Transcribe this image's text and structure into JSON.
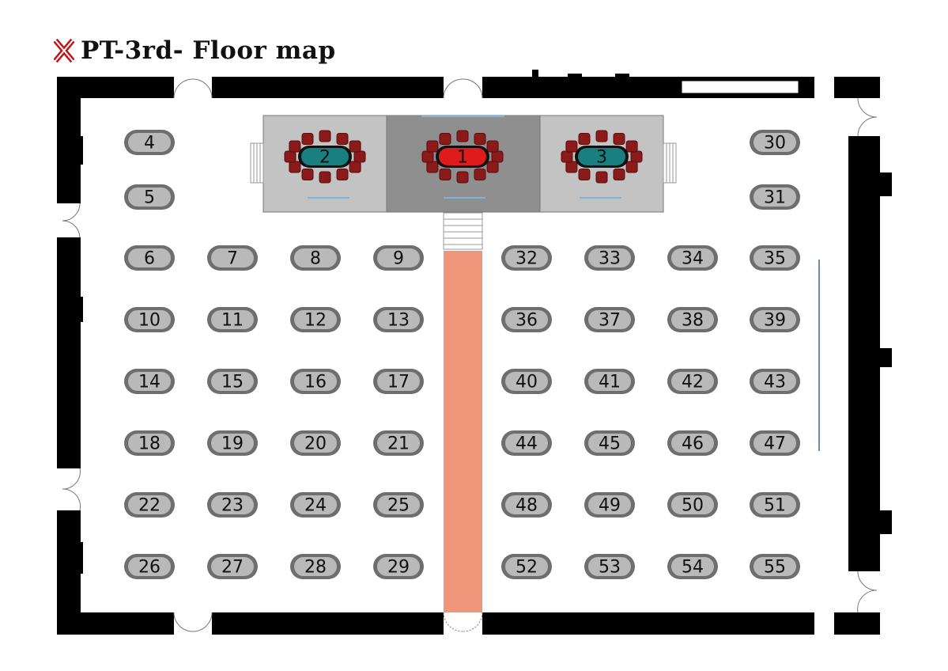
{
  "title": "PT-3rd- Floor map",
  "colors": {
    "wall": "#000000",
    "floor": "#ffffff",
    "table_outer": "#6e6e6e",
    "table_inner": "#b9b9b9",
    "stage_side": "#c3c3c3",
    "stage_center": "#8f8f8f",
    "runway": "#f0957a",
    "chair": "#8b1a1a",
    "feature_table_teal": "#197f7f",
    "feature_table_red": "#e01b1b",
    "accent_line": "#7fb3d9",
    "logo_red": "#c0161b"
  },
  "icons": [
    "x-logo-icon",
    "door-swing-icon",
    "stairs-icon",
    "chair-icon"
  ],
  "feature_tables": [
    {
      "number": "2",
      "color": "teal"
    },
    {
      "number": "1",
      "color": "red"
    },
    {
      "number": "3",
      "color": "teal"
    }
  ],
  "tables": [
    "4",
    "5",
    "6",
    "7",
    "8",
    "9",
    "10",
    "11",
    "12",
    "13",
    "14",
    "15",
    "16",
    "17",
    "18",
    "19",
    "20",
    "21",
    "22",
    "23",
    "24",
    "25",
    "26",
    "27",
    "28",
    "29",
    "30",
    "31",
    "32",
    "33",
    "34",
    "35",
    "36",
    "37",
    "38",
    "39",
    "40",
    "41",
    "42",
    "43",
    "44",
    "45",
    "46",
    "47",
    "48",
    "49",
    "50",
    "51",
    "52",
    "53",
    "54",
    "55"
  ]
}
